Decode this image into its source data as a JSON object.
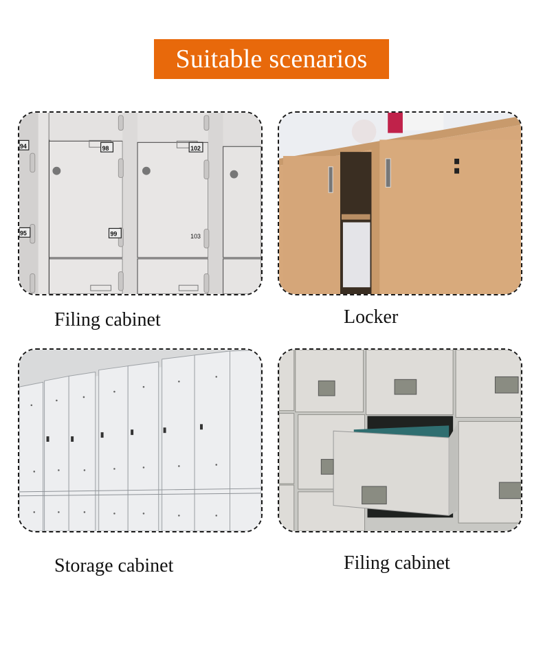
{
  "banner": {
    "title": "Suitable scenarios",
    "color": "#e8690b"
  },
  "scenarios": [
    {
      "caption": "Filing cabinet",
      "image": "grey metal lockers with numbered doors 94, 95, 98, 99, 102, 103",
      "labels": [
        "94",
        "95",
        "98",
        "99",
        "102",
        "103"
      ]
    },
    {
      "caption": "Locker",
      "image": "light wood sliding-door cabinet with key lock"
    },
    {
      "caption": "Storage cabinet",
      "image": "row of tall white perforated steel lockers"
    },
    {
      "caption": "Filing cabinet",
      "image": "grey fireproof filing cabinet with open drawer of green hanging folders"
    }
  ]
}
